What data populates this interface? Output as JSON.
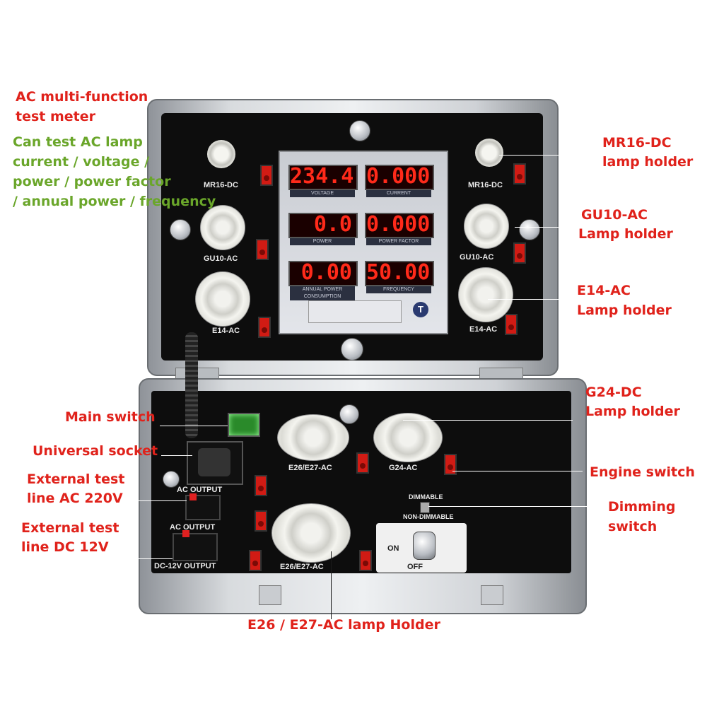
{
  "callouts": {
    "ac_meter_line1": "AC multi-function",
    "ac_meter_line2": "test meter",
    "can_test_line1": "Can test AC lamp",
    "can_test_line2": "current / voltage /",
    "can_test_line3": "power / power factor",
    "can_test_line4": "/ annual power / frequency",
    "mr16_line1": "MR16-DC",
    "mr16_line2": "lamp holder",
    "gu10_line1": "GU10-AC",
    "gu10_line2": "Lamp holder",
    "e14_line1": "E14-AC",
    "e14_line2": "Lamp holder",
    "g24_line1": "G24-DC",
    "g24_line2": "Lamp holder",
    "engine_switch": "Engine switch",
    "dimming_line1": "Dimming",
    "dimming_line2": "switch",
    "main_switch": "Main switch",
    "universal_socket": "Universal socket",
    "ext_ac_line1": "External test",
    "ext_ac_line2": "line AC 220V",
    "ext_dc_line1": "External test",
    "ext_dc_line2": "line DC 12V",
    "e26_holder": "E26 / E27-AC lamp Holder"
  },
  "panel_labels": {
    "mr16_left": "MR16-DC",
    "mr16_right": "MR16-DC",
    "gu10_left": "GU10-AC",
    "gu10_right": "GU10-AC",
    "e14_left": "E14-AC",
    "e14_right": "E14-AC",
    "e26_top": "E26/E27-AC",
    "g24": "G24-AC",
    "e26_bottom": "E26/E27-AC",
    "ac_output_1": "AC OUTPUT",
    "ac_output_2": "AC OUTPUT",
    "dc_output": "DC-12V OUTPUT",
    "dimmable": "DIMMABLE",
    "non_dimmable": "NON-DIMMABLE",
    "dial_on": "ON",
    "dial_off": "OFF"
  },
  "meter": {
    "voltage_value": "234.4",
    "voltage_label": "VOLTAGE",
    "current_value": "0.000",
    "current_label": "CURRENT",
    "power_value": "0.0",
    "power_label": "POWER",
    "pf_value": "0.000",
    "pf_label": "POWER FACTOR",
    "annual_value": "0.00",
    "annual_label": "ANNUAL POWER CONSUMPTION",
    "freq_value": "50.00",
    "freq_label": "FREQUENCY",
    "logo": "T"
  },
  "colors": {
    "callout_red": "#e0221b",
    "callout_green": "#6aa62a",
    "led_red": "#ff2a1a"
  }
}
